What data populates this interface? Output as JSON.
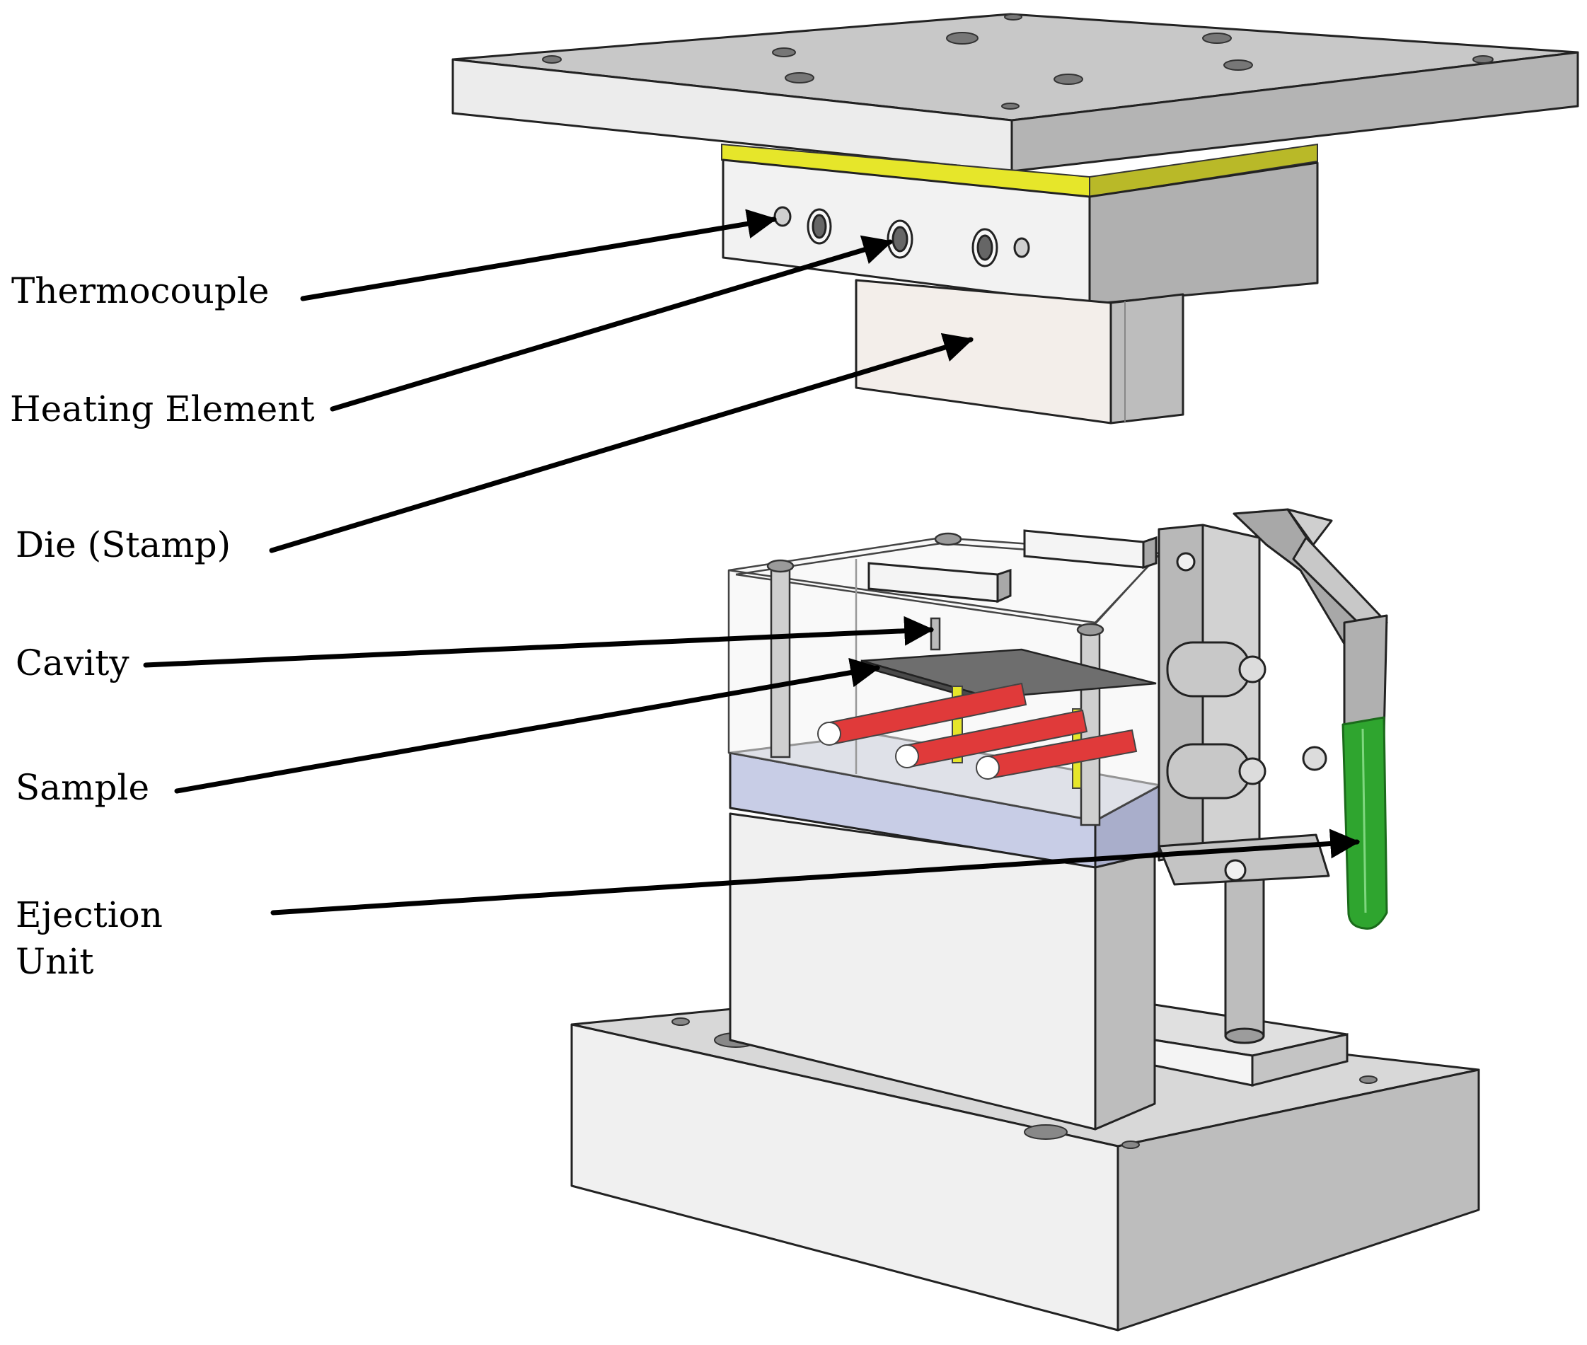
{
  "labels": {
    "thermocouple": "Thermocouple",
    "heating_element": "Heating Element",
    "die": "Die (Stamp)",
    "cavity": "Cavity",
    "sample": "Sample",
    "ejection_line1": "Ejection",
    "ejection_line2": "Unit"
  },
  "colors": {
    "metal_light": "#f0f0f0",
    "metal_mid": "#d0d0d0",
    "metal_dark": "#a8a8a8",
    "insulation_yellow": "#e6e62a",
    "die_face": "#f3eeea",
    "base_plate_blue": "#c8cde6",
    "heater_red": "#e03a3a",
    "handle_green": "#2fa52f",
    "arrow": "#000000"
  }
}
